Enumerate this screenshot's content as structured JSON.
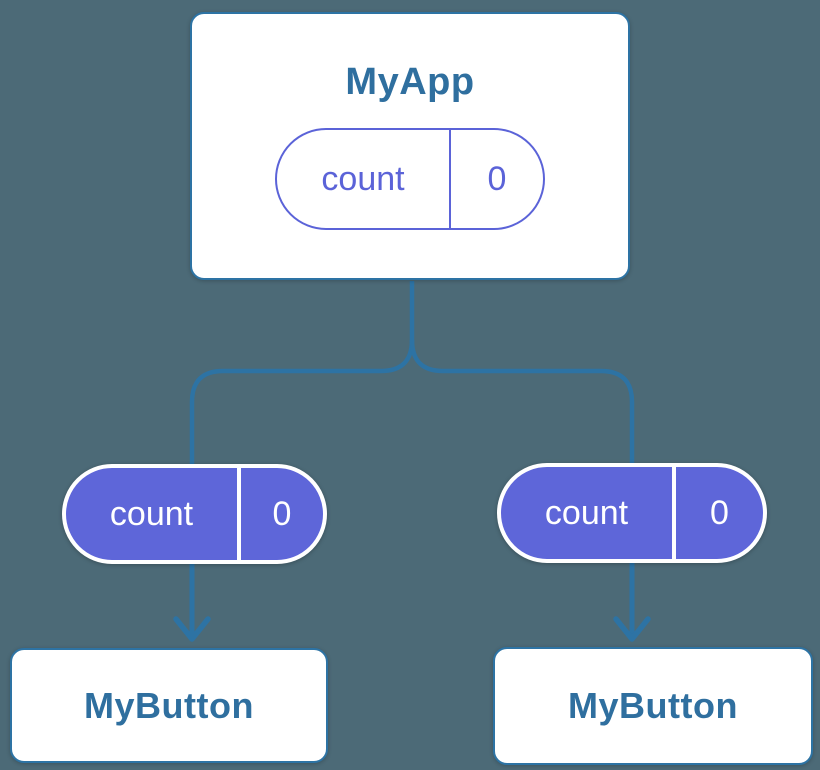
{
  "colors": {
    "background": "#4c6a77",
    "connector": "#2d73a4",
    "card_bg": "#ffffff",
    "card_border": "#2d73a4",
    "card_text": "#2f6f9f",
    "purple": "#5b63d8",
    "purple_fill": "#5e66d9",
    "pill_text_light": "#ffffff"
  },
  "diagram": {
    "root": {
      "title": "MyApp",
      "state": {
        "label": "count",
        "value": "0"
      }
    },
    "children": [
      {
        "title": "MyButton",
        "state": {
          "label": "count",
          "value": "0"
        }
      },
      {
        "title": "MyButton",
        "state": {
          "label": "count",
          "value": "0"
        }
      }
    ]
  }
}
